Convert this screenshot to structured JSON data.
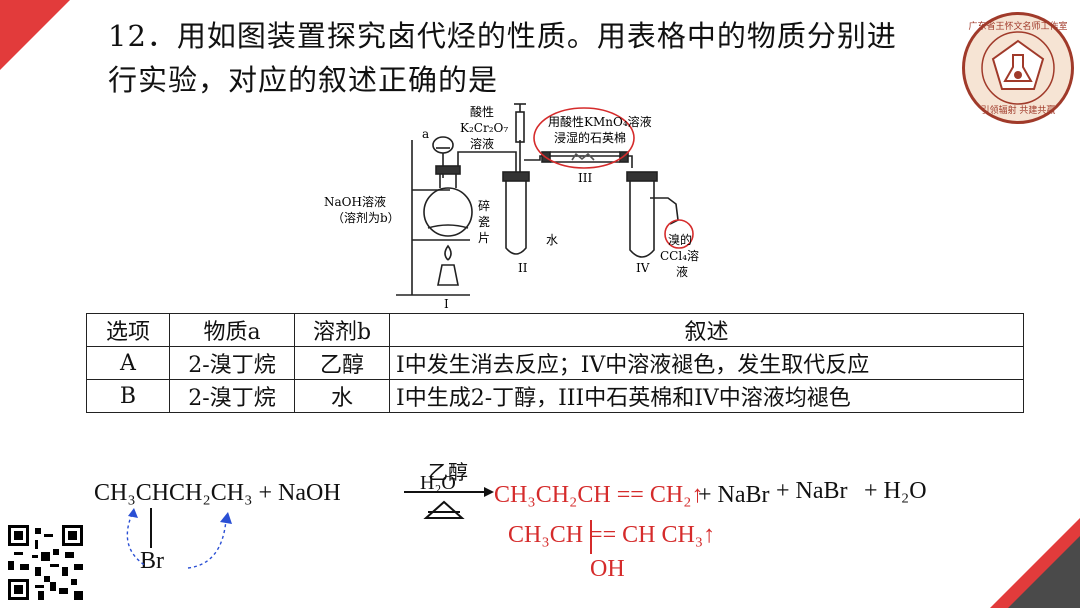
{
  "question": {
    "line1": "12．用如图装置探究卤代烃的性质。用表格中的物质分别进",
    "line2": "行实验，对应的叙述正确的是"
  },
  "apparatus": {
    "a": "a",
    "naoh1": "NaOH溶液",
    "naoh2": "（溶剂为b）",
    "chips1": "碎",
    "chips2": "瓷",
    "chips3": "片",
    "k1": "酸性",
    "k2": "K₂Cr₂O₇",
    "k3": "溶液",
    "kmno1": "用酸性KMnO₄溶液",
    "kmno2": "浸湿的石英棉",
    "water": "水",
    "br1": "溴的",
    "br2": "CCl₄溶",
    "br3": "液",
    "n1": "I",
    "n2": "II",
    "n3": "III",
    "n4": "IV"
  },
  "table": {
    "headers": [
      "选项",
      "物质a",
      "溶剂b",
      "叙述"
    ],
    "rows": [
      [
        "A",
        "2-溴丁烷",
        "乙醇",
        "I中发生消去反应；IV中溶液褪色，发生取代反应"
      ],
      [
        "B",
        "2-溴丁烷",
        "水",
        "I中生成2-丁醇，III中石英棉和IV中溶液均褪色"
      ]
    ]
  },
  "equation": {
    "reactants": "CH₃CHCH₂CH₃ + NaOH",
    "cond_top": "乙醇",
    "cond_bottom": "H₂O",
    "br_label": "Br",
    "product1": "CH₃CH₂CH == CH₂↑",
    "nabr1": "+ NaBr",
    "nabr2": "+ NaBr",
    "h2o": "+ H₂O",
    "product2": "CH₃CH == CH CH₃↑",
    "oh": "OH"
  },
  "seal": {
    "top": "广东省王怀文名师工作室",
    "bottom": "引领辐射 共建共赢"
  },
  "colors": {
    "accent": "#e23b3b",
    "dark": "#4a4a4a",
    "product": "#d52b2b",
    "seal": "#a03a2a"
  }
}
